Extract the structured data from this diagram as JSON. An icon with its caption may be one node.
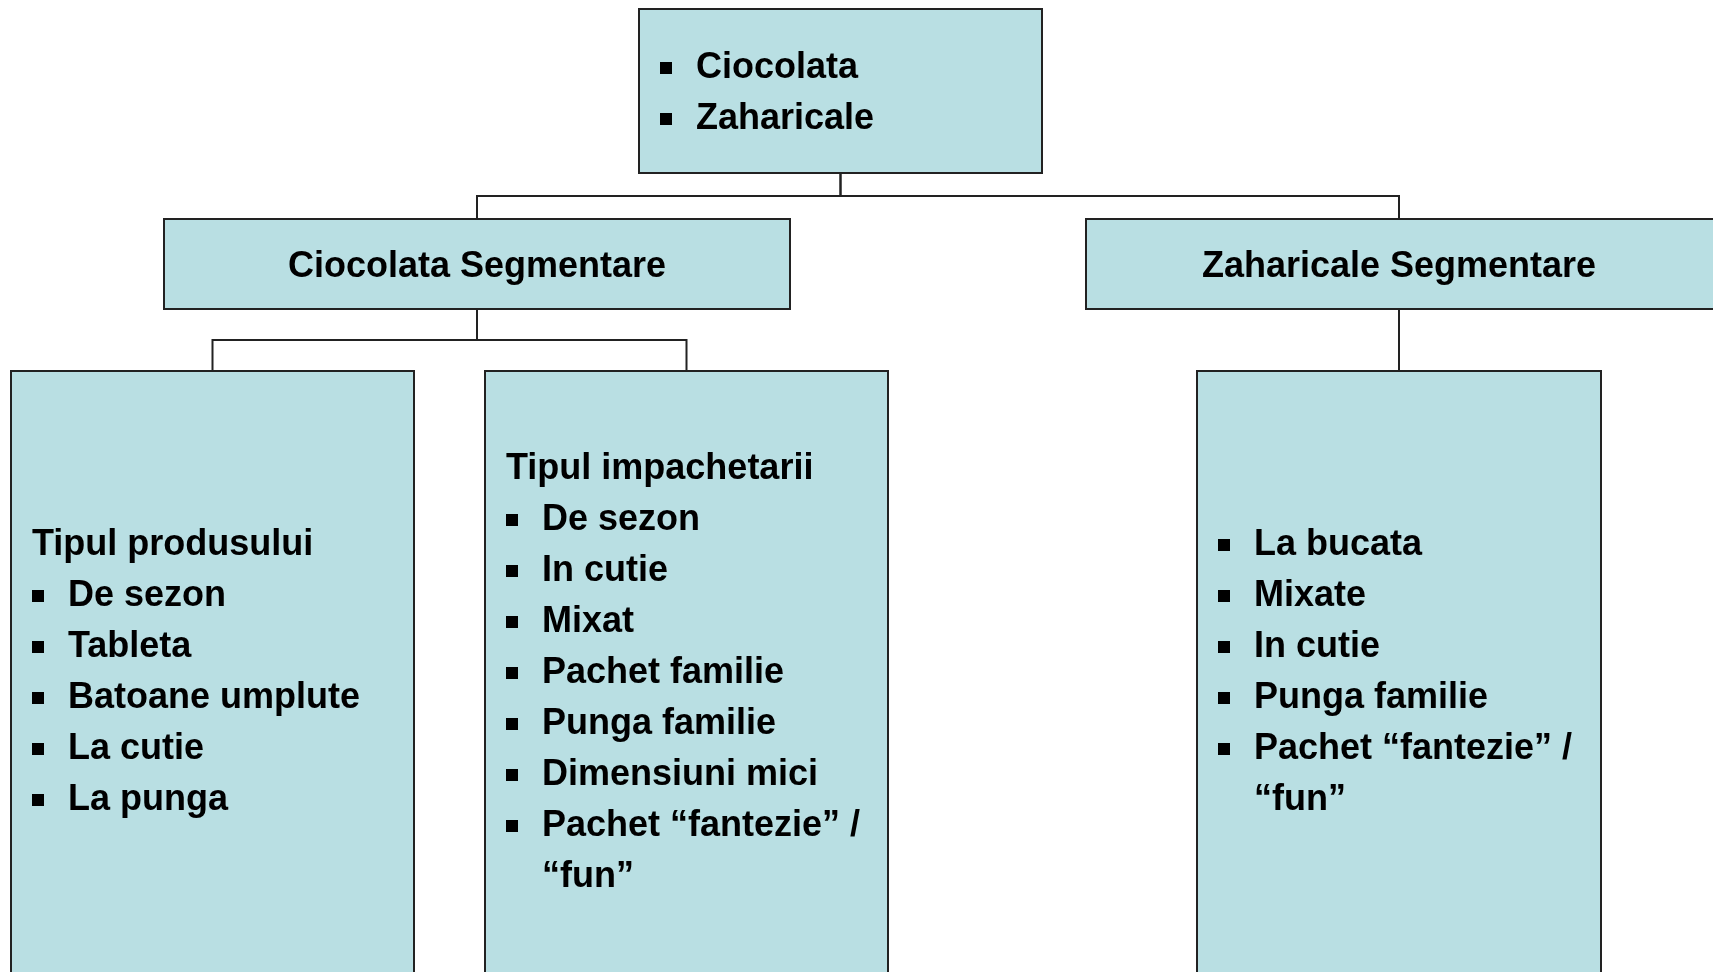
{
  "diagram": {
    "nodes": [
      {
        "text": [
          "Ciocolata",
          "Zaharicale"
        ]
      },
      {
        "text": [
          "Ciocolata Segmentare"
        ]
      },
      {
        "text": [
          "Zaharicale Segmentare"
        ]
      },
      {
        "text": [
          "Tipul produsului",
          "De sezon",
          "Tableta",
          "Batoane umplute",
          "La cutie",
          "La punga"
        ]
      },
      {
        "text": [
          "Tipul impachetarii",
          "De sezon",
          "In cutie",
          "Mixat",
          "Pachet familie",
          "Punga familie",
          "Dimensiuni mici",
          "Pachet “fantezie” / “fun”"
        ]
      },
      {
        "text": [
          "La bucata",
          "Mixate",
          "In cutie",
          "Punga familie",
          "Pachet “fantezie” / “fun”"
        ]
      }
    ],
    "edges": [
      {
        "from": 0,
        "to": 1,
        "arrow": "none"
      },
      {
        "from": 0,
        "to": 2,
        "arrow": "none"
      },
      {
        "from": 1,
        "to": 3,
        "arrow": "none"
      },
      {
        "from": 1,
        "to": 4,
        "arrow": "none"
      },
      {
        "from": 2,
        "to": 5,
        "arrow": "none"
      }
    ]
  }
}
